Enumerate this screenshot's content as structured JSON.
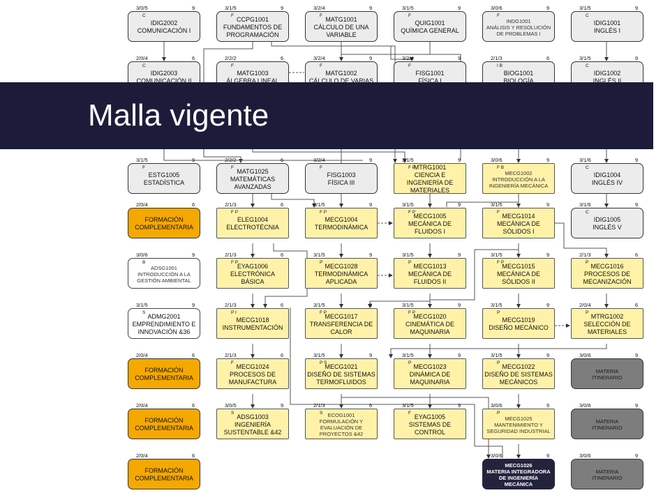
{
  "title": "Malla vigente",
  "nodes": [
    {
      "id": "n11",
      "col": 0,
      "row": 0,
      "style": "g",
      "codes": "3/0/5",
      "credits": "9",
      "tag": "C",
      "label": "IDIG2002\nCOMUNICACIÓN I"
    },
    {
      "id": "n12",
      "col": 1,
      "row": 0,
      "style": "g",
      "codes": "3/1/5",
      "credits": "9",
      "tag": "F",
      "label": "CCPG1001\nFUNDAMENTOS DE\nPROGRAMACIÓN"
    },
    {
      "id": "n13",
      "col": 2,
      "row": 0,
      "style": "g",
      "codes": "3/2/4",
      "credits": "9",
      "tag": "F",
      "label": "MATG1001\nCÁLCULO DE UNA\nVARIABLE"
    },
    {
      "id": "n14",
      "col": 3,
      "row": 0,
      "style": "g",
      "codes": "3/1/5",
      "credits": "9",
      "tag": "F",
      "label": "QUIG1001\nQUÍMICA GENERAL"
    },
    {
      "id": "n15",
      "col": 4,
      "row": 0,
      "style": "g",
      "small": true,
      "codes": "3/0/6",
      "credits": "9",
      "tag": "F",
      "label": "INDG1001\nANÁLISIS Y RESOLUCIÓN\nDE PROBLEMAS I"
    },
    {
      "id": "n16",
      "col": 5,
      "row": 0,
      "style": "g",
      "codes": "3/1/5",
      "credits": "9",
      "tag": "C",
      "label": "IDIG1001\nINGLÉS I"
    },
    {
      "id": "n21",
      "col": 0,
      "row": 1,
      "style": "g",
      "codes": "2/0/4",
      "credits": "6",
      "tag": "C",
      "label": "IDIG2003\nCOMUNICACIÓN II"
    },
    {
      "id": "n22",
      "col": 1,
      "row": 1,
      "style": "g",
      "codes": "2/2/2",
      "credits": "6",
      "tag": "F",
      "label": "MATG1003\nÁLGEBRA LINEAL"
    },
    {
      "id": "n23",
      "col": 2,
      "row": 1,
      "style": "g",
      "codes": "3/2/4",
      "credits": "9",
      "tag": "F",
      "label": "MATG1002\nCÁLCULO DE VARIAS"
    },
    {
      "id": "n24",
      "col": 3,
      "row": 1,
      "style": "g",
      "codes": "3/2/4",
      "credits": "9",
      "tag": "F",
      "label": "FISG1001\nFÍSICA I"
    },
    {
      "id": "n25",
      "col": 4,
      "row": 1,
      "style": "g",
      "codes": "2/1/3",
      "credits": "6",
      "tag": "I B",
      "label": "BIOG1001\nBIOLOGÍA"
    },
    {
      "id": "n26",
      "col": 5,
      "row": 1,
      "style": "g",
      "codes": "3/1/5",
      "credits": "9",
      "tag": "C",
      "label": "IDIG1002\nINGLÉS II"
    },
    {
      "id": "n41",
      "col": 0,
      "row": 3,
      "style": "g",
      "codes": "3/1/5",
      "credits": "9",
      "tag": "F",
      "label": "ESTG1005\nESTADÍSTICA"
    },
    {
      "id": "n42",
      "col": 1,
      "row": 3,
      "style": "g",
      "codes": "2/2/2",
      "credits": "6",
      "tag": "F",
      "label": "MATG1025\nMATEMÁTICAS\nAVANZADAS"
    },
    {
      "id": "n43",
      "col": 2,
      "row": 3,
      "style": "g",
      "codes": "3/2/4",
      "credits": "9",
      "tag": "F",
      "label": "FISG1003\nFÍSICA III"
    },
    {
      "id": "n44",
      "col": 3,
      "row": 3,
      "style": "y",
      "codes": "3/1/5",
      "credits": "9",
      "tag": "F P",
      "label": "MTRG1001\nCIENCIA E\nINGENIERÍA DE\nMATERIALES"
    },
    {
      "id": "n45",
      "col": 4,
      "row": 3,
      "style": "y",
      "small": true,
      "codes": "3/0/6",
      "credits": "9",
      "tag": "F B",
      "label": "MECG1002\nINTRODUCCIÓN A LA\nINGENIERÍA MECÁNICA"
    },
    {
      "id": "n46",
      "col": 5,
      "row": 3,
      "style": "g",
      "codes": "3/1/6",
      "credits": "9",
      "tag": "C",
      "label": "IDIG1004\nINGLÉS IV"
    },
    {
      "id": "n51",
      "col": 0,
      "row": 4,
      "style": "o",
      "codes": "2/0/4",
      "credits": "6",
      "tag": "",
      "label": "FORMACIÓN\nCOMPLEMENTARIA"
    },
    {
      "id": "n52",
      "col": 1,
      "row": 4,
      "style": "y",
      "codes": "2/1/3",
      "credits": "6",
      "tag": "F P",
      "label": "ELEG1004\nELECTROTÉCNIA"
    },
    {
      "id": "n53",
      "col": 2,
      "row": 4,
      "style": "y",
      "codes": "3/1/5",
      "credits": "9",
      "tag": "F P",
      "label": "MECG1004\nTERMODINÁMICA"
    },
    {
      "id": "n54",
      "col": 3,
      "row": 4,
      "style": "y",
      "codes": "3/1/5",
      "credits": "9",
      "tag": "F P",
      "label": "MECG1005\nMECÁNICA DE\nFLUIDOS I"
    },
    {
      "id": "n55",
      "col": 4,
      "row": 4,
      "style": "y",
      "codes": "3/1/5",
      "credits": "9",
      "tag": "F",
      "label": "MECG1014\nMECÁNICA DE\nSÓLIDOS I"
    },
    {
      "id": "n56",
      "col": 5,
      "row": 4,
      "style": "g",
      "codes": "3/1/6",
      "credits": "9",
      "tag": "C",
      "label": "IDIG1005\nINGLÉS V"
    },
    {
      "id": "n61",
      "col": 0,
      "row": 5,
      "style": "w",
      "small": true,
      "codes": "3/0/6",
      "credits": "9",
      "tag": "B",
      "label": "ADSG1001\nINTRODUCCIÓN A LA\nGESTIÓN AMBIENTAL"
    },
    {
      "id": "n62",
      "col": 1,
      "row": 5,
      "style": "y",
      "codes": "2/1/3",
      "credits": "6",
      "tag": "F P",
      "label": "EYAG1006\nELECTRÓNICA BÁSICA"
    },
    {
      "id": "n63",
      "col": 2,
      "row": 5,
      "style": "y",
      "codes": "3/1/5",
      "credits": "9",
      "tag": "P",
      "label": "MECG1028\nTERMODINÁMICA\nAPLICADA"
    },
    {
      "id": "n64",
      "col": 3,
      "row": 5,
      "style": "y",
      "codes": "3/1/5",
      "credits": "9",
      "tag": "P",
      "label": "MECG1013\nMECÁNICA DE\nFLUIDOS II"
    },
    {
      "id": "n65",
      "col": 4,
      "row": 5,
      "style": "y",
      "codes": "3/1/5",
      "credits": "9",
      "tag": "F P",
      "label": "MECG1015\nMECÁNICA DE\nSÓLIDOS II"
    },
    {
      "id": "n66",
      "col": 5,
      "row": 5,
      "style": "y",
      "codes": "2/1/3",
      "credits": "6",
      "tag": "P",
      "label": "MECG1016\nPROCESOS DE\nMECANIZACIÓN"
    },
    {
      "id": "n71",
      "col": 0,
      "row": 6,
      "style": "w",
      "codes": "3/1/5",
      "credits": "9",
      "tag": "S",
      "label": "ADMG2001\nEMPRENDIMIENTO E\nINNOVACIÓN &36"
    },
    {
      "id": "n72",
      "col": 1,
      "row": 6,
      "style": "y",
      "codes": "2/1/3",
      "credits": "6",
      "tag": "P I",
      "label": "MECG1018\nINSTRUMENTACIÓN"
    },
    {
      "id": "n73",
      "col": 2,
      "row": 6,
      "style": "y",
      "codes": "3/1/5",
      "credits": "9",
      "tag": "F P",
      "label": "MECG1017\nTRANSFERENCIA DE\nCALOR"
    },
    {
      "id": "n74",
      "col": 3,
      "row": 6,
      "style": "y",
      "codes": "3/1/5",
      "credits": "9",
      "tag": "F P",
      "label": "MECG1020\nCINEMÁTICA DE\nMAQUINARIA"
    },
    {
      "id": "n75",
      "col": 4,
      "row": 6,
      "style": "y",
      "codes": "3/1/5",
      "credits": "9",
      "tag": "P",
      "label": "MECG1019\nDISEÑO MECÁNICO"
    },
    {
      "id": "n76",
      "col": 5,
      "row": 6,
      "style": "y",
      "codes": "2/0/4",
      "credits": "6",
      "tag": "P",
      "label": "MTRG1002\nSELECCIÓN DE\nMATERIALES"
    },
    {
      "id": "n81",
      "col": 0,
      "row": 7,
      "style": "o",
      "codes": "2/0/4",
      "credits": "6",
      "tag": "",
      "label": "FORMACIÓN\nCOMPLEMENTARIA"
    },
    {
      "id": "n82",
      "col": 1,
      "row": 7,
      "style": "y",
      "codes": "2/1/3",
      "credits": "6",
      "tag": "F",
      "label": "MECG1024\nPROCESOS DE\nMANUFACTURA"
    },
    {
      "id": "n83",
      "col": 2,
      "row": 7,
      "style": "y",
      "codes": "3/1/5",
      "credits": "9",
      "tag": "P S",
      "label": "MECG1021\nDISEÑO DE SISTEMAS\nTERMOFLUIDOS"
    },
    {
      "id": "n84",
      "col": 3,
      "row": 7,
      "style": "y",
      "codes": "3/1/5",
      "credits": "9",
      "tag": "P",
      "label": "MECG1023\nDINÁMICA DE\nMAQUINARIA"
    },
    {
      "id": "n85",
      "col": 4,
      "row": 7,
      "style": "y",
      "codes": "3/1/5",
      "credits": "9",
      "tag": "P",
      "label": "MECG1022\nDISEÑO DE SISTEMAS\nMECÁNICOS"
    },
    {
      "id": "n86",
      "col": 5,
      "row": 7,
      "style": "d",
      "codes": "3/0/6",
      "credits": "9",
      "tag": "",
      "label": "MATERIA\nITINERARIO"
    },
    {
      "id": "n91",
      "col": 0,
      "row": 8,
      "style": "o",
      "codes": "2/0/4",
      "credits": "6",
      "tag": "",
      "label": "FORMACIÓN\nCOMPLEMENTARIA"
    },
    {
      "id": "n92",
      "col": 1,
      "row": 8,
      "style": "y",
      "codes": "3/0/5",
      "credits": "9",
      "tag": "S",
      "label": "ADSG1003\nINGENIERÍA\nSUSTENTABLE &42"
    },
    {
      "id": "n93",
      "col": 2,
      "row": 8,
      "style": "y",
      "small": true,
      "codes": "2/1/3",
      "credits": "6",
      "tag": "S",
      "label": "ECOG1001\nFORMULACIÓN Y\nEVALUACIÓN DE\nPROYECTOS &42"
    },
    {
      "id": "n94",
      "col": 3,
      "row": 8,
      "style": "y",
      "codes": "3/1/5",
      "credits": "9",
      "tag": "F",
      "label": "EYAG1005\nSISTEMAS DE\nCONTROL"
    },
    {
      "id": "n95",
      "col": 4,
      "row": 8,
      "style": "y",
      "small": true,
      "codes": "3/0/6",
      "credits": "9",
      "tag": "P",
      "label": "MECG1025\nMANTENIMIENTO Y\nSEGURIDAD INDUSTRIAL"
    },
    {
      "id": "n96",
      "col": 5,
      "row": 8,
      "style": "d",
      "codes": "3/0/6",
      "credits": "9",
      "tag": "",
      "label": "MATERIA\nITINERARIO"
    },
    {
      "id": "n101",
      "col": 0,
      "row": 9,
      "style": "o",
      "codes": "2/0/4",
      "credits": "6",
      "tag": "",
      "label": "FORMACIÓN\nCOMPLEMENTARIA"
    },
    {
      "id": "n105",
      "col": 4,
      "row": 9,
      "style": "n",
      "codes": "3/0/6",
      "credits": "9",
      "tag": "",
      "label": "MECG1026\nMATERIA INTEGRADORA\nDE INGENIERÍA\nMECÁNICA"
    },
    {
      "id": "n106",
      "col": 5,
      "row": 9,
      "style": "d",
      "codes": "3/0/6",
      "credits": "9",
      "tag": "",
      "label": "MATERIA\nITINERARIO"
    }
  ]
}
